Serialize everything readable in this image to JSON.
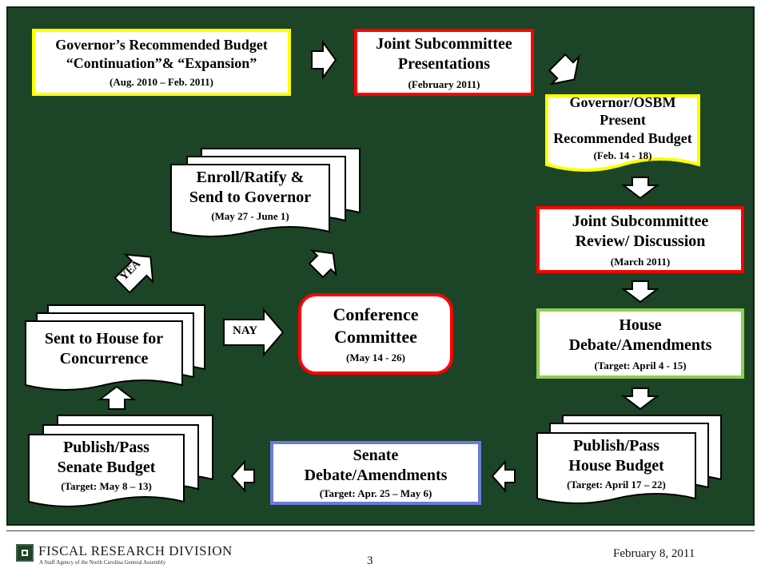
{
  "nodes": {
    "gov_budget": {
      "title": "Governor’s Recommended Budget\n“Continuation”& “Expansion”",
      "sub": "(Aug. 2010 – Feb. 2011)"
    },
    "joint_presentations": {
      "title": "Joint Subcommittee\nPresentations",
      "sub": "(February 2011)"
    },
    "osbm_present": {
      "title": "Governor/OSBM Present\nRecommended Budget",
      "sub": "(Feb. 14 - 18)"
    },
    "joint_review": {
      "title": "Joint Subcommittee\nReview/ Discussion",
      "sub": "(March 2011)"
    },
    "house_debate": {
      "title": "House\nDebate/Amendments",
      "sub": "(Target:  April 4 - 15)"
    },
    "publish_house": {
      "title": "Publish/Pass\nHouse Budget",
      "sub": "(Target:  April 17 – 22)"
    },
    "senate_debate": {
      "title": "Senate\nDebate/Amendments",
      "sub": "(Target:  Apr. 25 – May 6)"
    },
    "publish_senate": {
      "title": "Publish/Pass\nSenate Budget",
      "sub": "(Target:  May 8 – 13)"
    },
    "sent_house": {
      "title": "Sent to House for\nConcurrence",
      "sub": ""
    },
    "conference": {
      "title": "Conference\nCommittee",
      "sub": "(May 14 - 26)"
    },
    "enroll": {
      "title": "Enroll/Ratify &\nSend to Governor",
      "sub": "(May 27 - June 1)"
    }
  },
  "labels": {
    "nay": "NAY",
    "yea": "YEA"
  },
  "footer": {
    "org_name": "FISCAL RESEARCH DIVISION",
    "org_tagline": "A Staff Agency of the North Carolina General Assembly",
    "page_number": "3",
    "date": "February 8, 2011"
  },
  "colors": {
    "background": "#1c4426",
    "yellow_border": "#ffff00",
    "red_border": "#ff0000",
    "green_border": "#8fce4f",
    "blue_border": "#6d7ae0"
  }
}
